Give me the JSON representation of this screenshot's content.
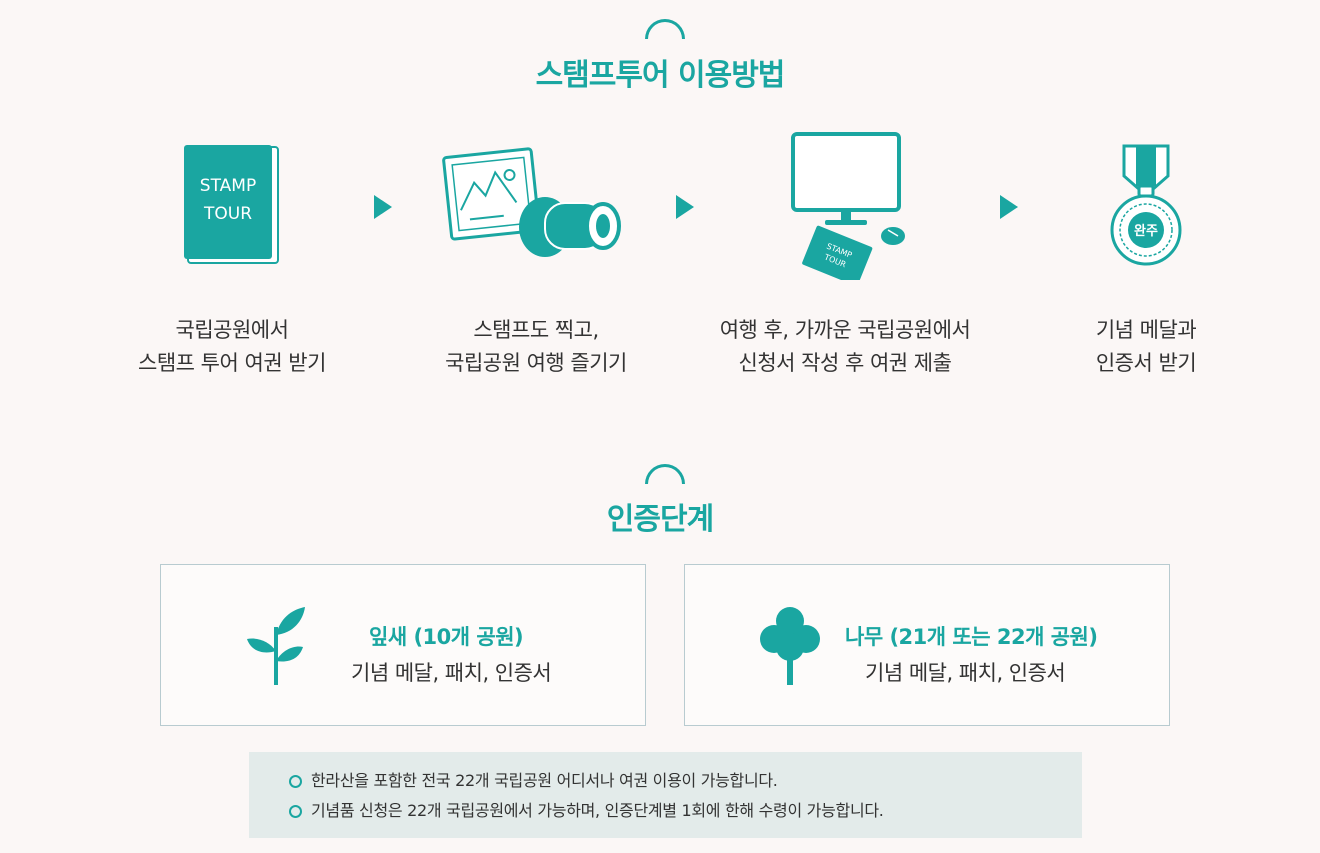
{
  "usage": {
    "title": "스탬프투어 이용방법",
    "steps": [
      {
        "lines": [
          "국립공원에서",
          "스탬프 투어 여권 받기"
        ],
        "icon": "passport-icon",
        "passport_text": [
          "STAMP",
          "TOUR"
        ]
      },
      {
        "lines": [
          "스탬프도 찍고,",
          "국립공원 여행 즐기기"
        ],
        "icon": "stamp-icon"
      },
      {
        "lines": [
          "여행 후, 가까운 국립공원에서",
          "신청서 작성 후 여권 제출"
        ],
        "icon": "computer-icon",
        "passport_text": [
          "STAMP",
          "TOUR"
        ]
      },
      {
        "lines": [
          "기념 메달과",
          "인증서 받기"
        ],
        "icon": "medal-icon",
        "medal_text": "완주"
      }
    ]
  },
  "levels": {
    "title": "인증단계",
    "items": [
      {
        "name": "잎새 (10개 공원)",
        "reward": "기념 메달, 패치, 인증서",
        "icon": "sprout-icon"
      },
      {
        "name": "나무 (21개 또는 22개 공원)",
        "reward": "기념 메달, 패치, 인증서",
        "icon": "tree-icon"
      }
    ]
  },
  "notes": [
    "한라산을 포함한 전국 22개 국립공원 어디서나 여권 이용이 가능합니다.",
    "기념품 신청은 22개 국립공원에서 가능하며, 인증단계별 1회에 한해 수령이 가능합니다."
  ],
  "colors": {
    "accent": "#1aa6a1",
    "background": "#fbf7f6",
    "notice_bg": "#e3ebea",
    "box_border": "#b8cbd0"
  }
}
